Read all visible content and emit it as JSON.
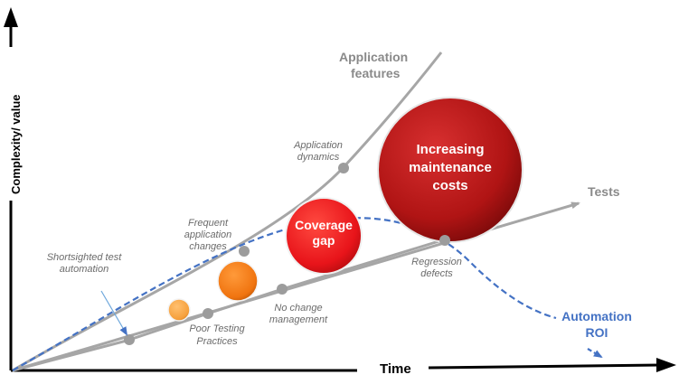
{
  "axes": {
    "y_label": "Complexity/ value",
    "x_label": "Time"
  },
  "curves": {
    "features_label_line1": "Application",
    "features_label_line2": "features",
    "tests_label": "Tests",
    "roi_label_line1": "Automation",
    "roi_label_line2": "ROI"
  },
  "bubbles": {
    "maintenance_line1": "Increasing",
    "maintenance_line2": "maintenance",
    "maintenance_line3": "costs",
    "coverage_line1": "Coverage",
    "coverage_line2": "gap"
  },
  "annotations": {
    "dynamics_line1": "Application",
    "dynamics_line2": "dynamics",
    "frequent_line1": "Frequent",
    "frequent_line2": "application",
    "frequent_line3": "changes",
    "shortsighted_line1": "Shortsighted test",
    "shortsighted_line2": "automation",
    "poor_line1": "Poor Testing",
    "poor_line2": "Practices",
    "nochange_line1": "No change",
    "nochange_line2": "management",
    "regression_line1": "Regression",
    "regression_line2": "defects"
  },
  "colors": {
    "curve_gray": "#a6a6a6",
    "roi_blue": "#4472c4",
    "bubble_dark_red": "#b01414",
    "bubble_red": "#e8141a",
    "bubble_orange": "#f07410",
    "bubble_light_orange": "#f6a03c"
  }
}
